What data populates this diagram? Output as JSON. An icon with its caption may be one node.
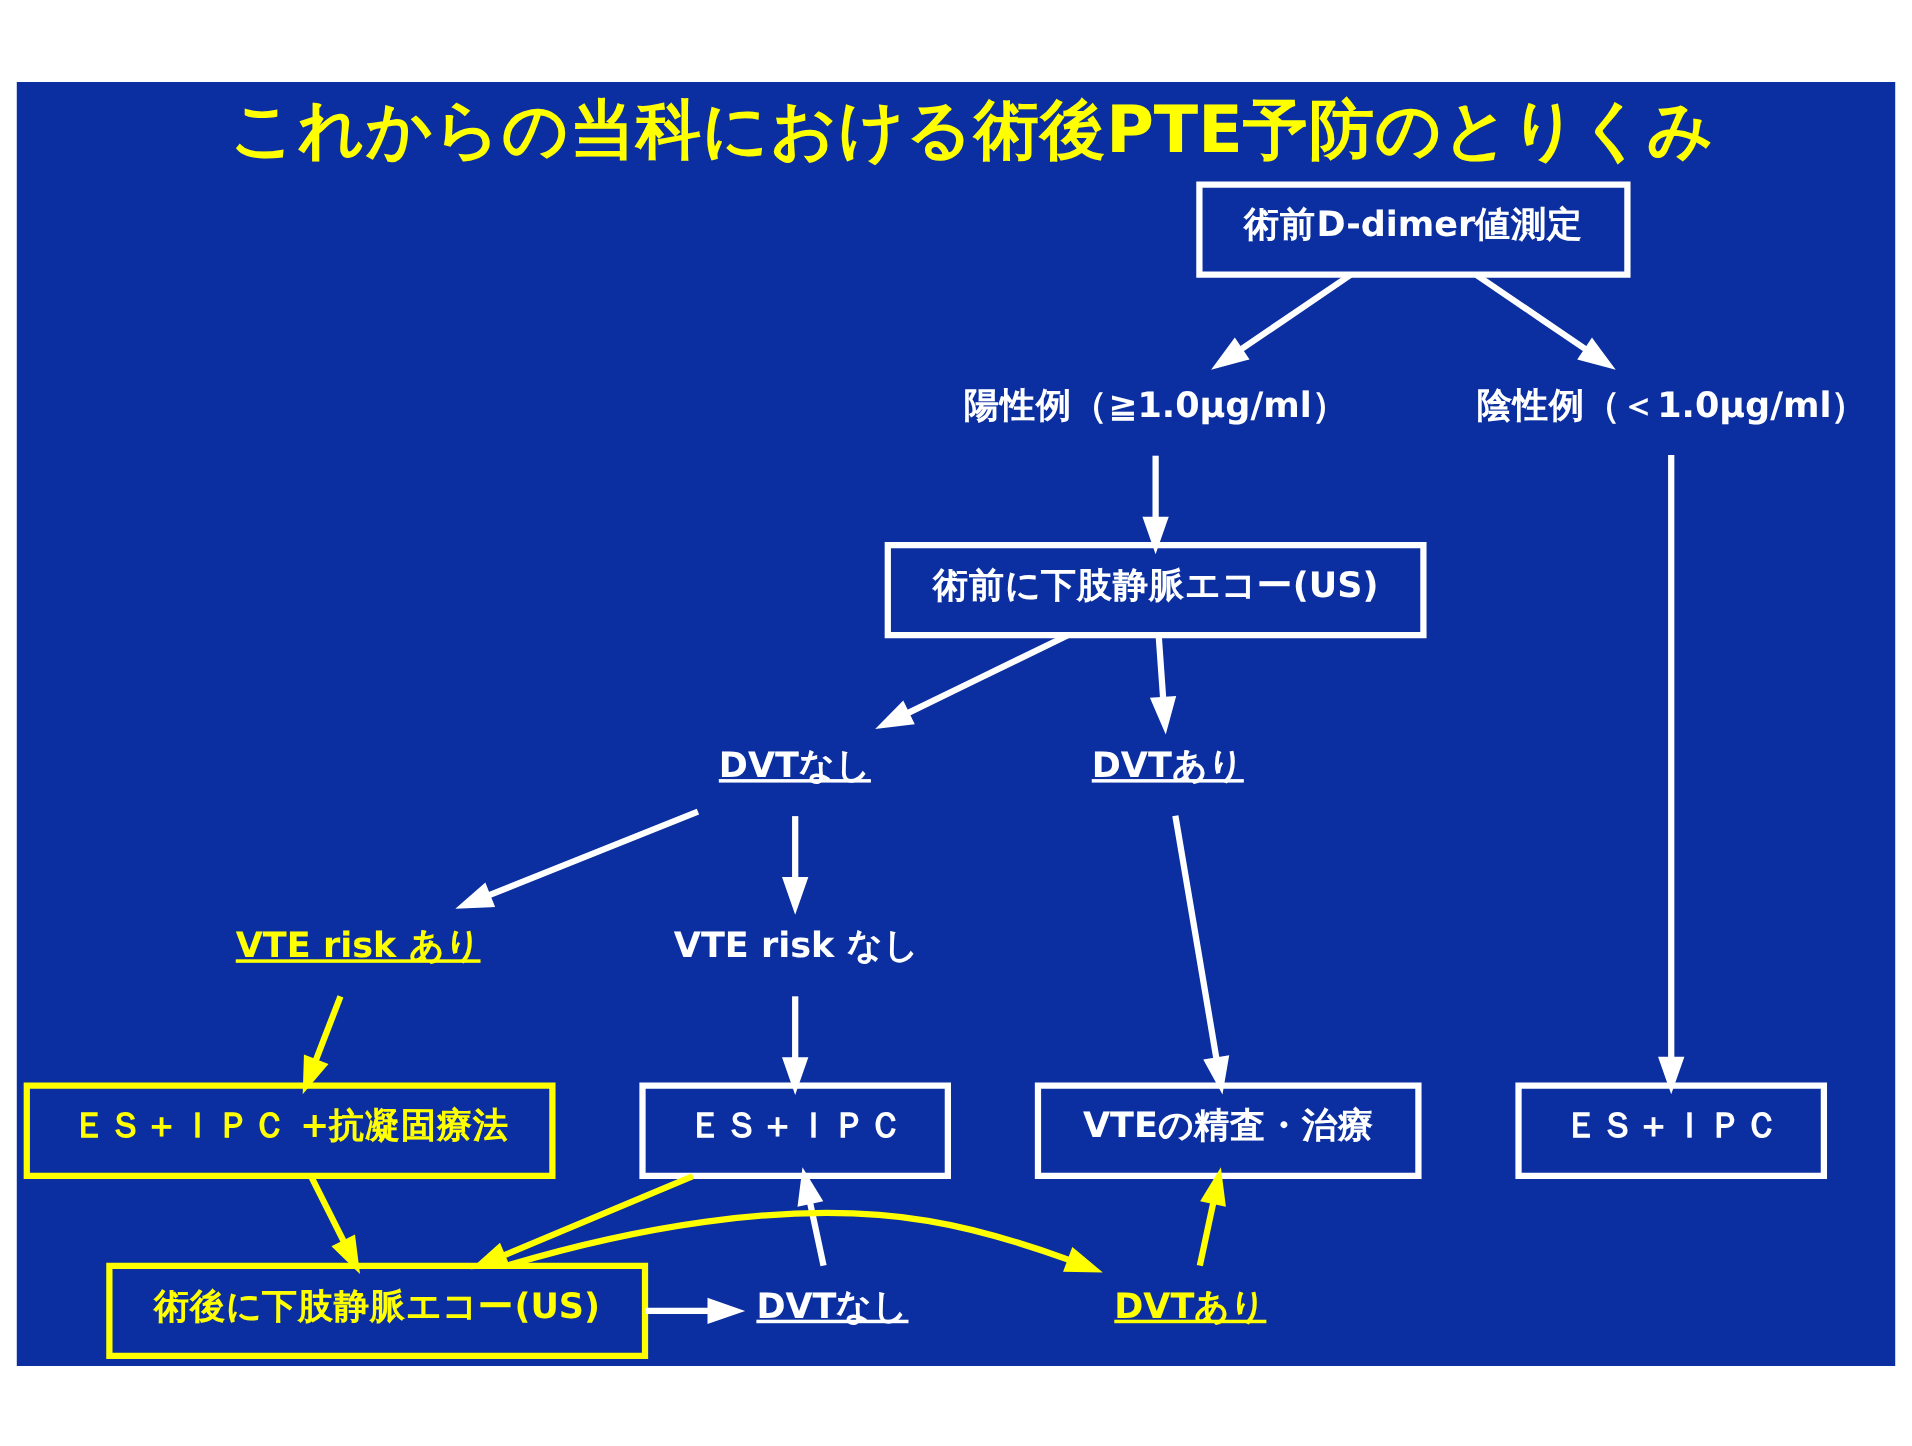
{
  "diagram": {
    "title": "これからの当科における術後PTE予防のとりくみ",
    "nodes": [
      {
        "text": [
          "術前D-dimer値測定"
        ]
      },
      {
        "text": [
          "陽性例（≧1.0μg/ml）"
        ]
      },
      {
        "text": [
          "陰性例（＜1.0μg/ml）"
        ]
      },
      {
        "text": [
          "術前に下肢静脈エコー(US)"
        ]
      },
      {
        "text": [
          "DVTあり"
        ]
      },
      {
        "text": [
          "DVTなし"
        ]
      },
      {
        "text": [
          "VTE risk あり"
        ]
      },
      {
        "text": [
          "VTE risk なし"
        ]
      },
      {
        "text": [
          "VTEの精査・治療"
        ]
      },
      {
        "text": [
          "ＥＳ＋ＩＰＣ +抗凝固療法"
        ]
      },
      {
        "text": [
          "ＥＳ＋ＩＰＣ"
        ]
      },
      {
        "text": [
          "ＥＳ＋ＩＰＣ"
        ]
      },
      {
        "text": [
          "DVTあり"
        ]
      },
      {
        "text": [
          "DVTなし"
        ]
      },
      {
        "text": [
          "術後に下肢静脈エコー(US)"
        ]
      }
    ],
    "edges": [
      {
        "from": 0,
        "to": 1,
        "arrow": "to"
      },
      {
        "from": 0,
        "to": 2,
        "arrow": "to"
      },
      {
        "from": 1,
        "to": 3,
        "arrow": "to"
      },
      {
        "from": 3,
        "to": 4,
        "arrow": "to"
      },
      {
        "from": 3,
        "to": 5,
        "arrow": "to"
      },
      {
        "from": 5,
        "to": 6,
        "arrow": "to"
      },
      {
        "from": 5,
        "to": 7,
        "arrow": "to"
      },
      {
        "from": 4,
        "to": 8,
        "arrow": "to"
      },
      {
        "from": 6,
        "to": 9,
        "arrow": "to",
        "color": "#ffff00"
      },
      {
        "from": 7,
        "to": 10,
        "arrow": "to"
      },
      {
        "from": 2,
        "to": 11,
        "arrow": "to"
      },
      {
        "from": 9,
        "to": 14,
        "arrow": "to",
        "color": "#ffff00"
      },
      {
        "from": 10,
        "to": 14,
        "arrow": "to",
        "color": "#ffff00"
      },
      {
        "from": 14,
        "to": 12,
        "arrow": "to",
        "color": "#ffff00"
      },
      {
        "from": 12,
        "to": 8,
        "arrow": "to",
        "color": "#ffff00"
      },
      {
        "from": 14,
        "to": 13,
        "arrow": "to"
      },
      {
        "from": 13,
        "to": 10,
        "arrow": "to"
      }
    ]
  }
}
